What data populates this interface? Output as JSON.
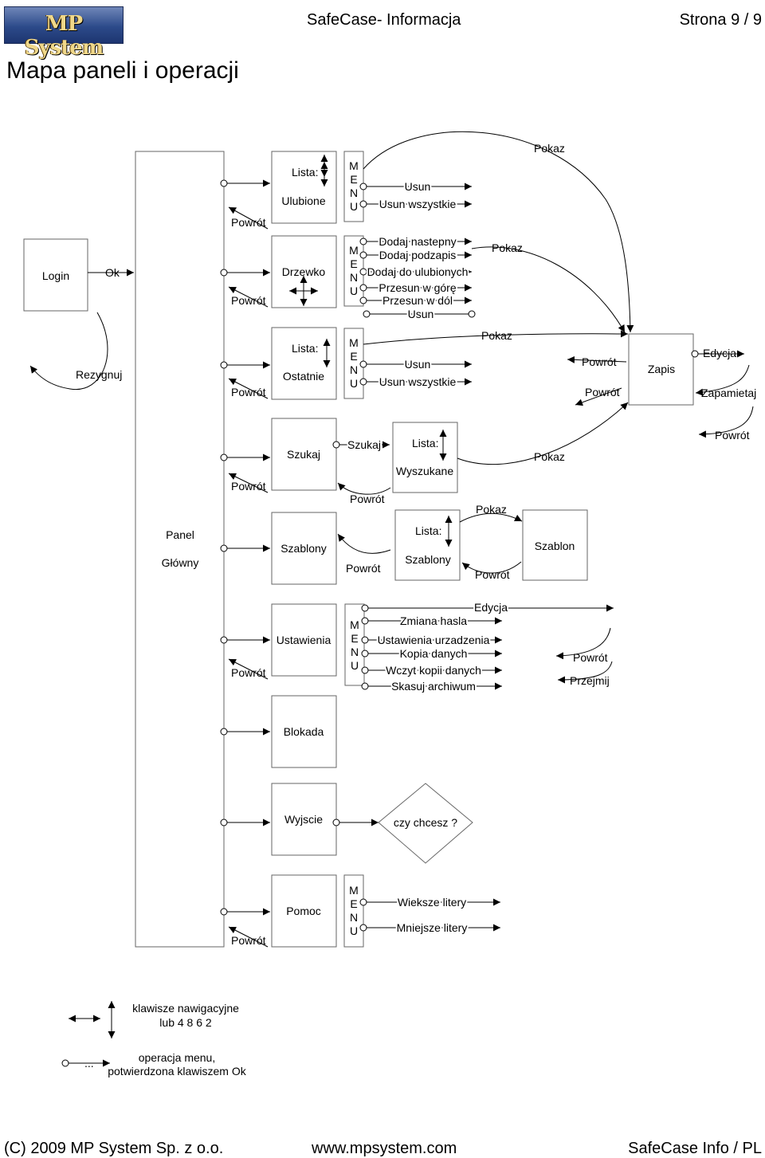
{
  "header": {
    "logo_text": "MP System",
    "title": "SafeCase- Informacja",
    "page": "Strona 9 / 9"
  },
  "page_title": "Mapa paneli i operacji",
  "diagram": {
    "login": "Login",
    "ok": "Ok",
    "rezygnuj": "Rezygnuj",
    "panel_glowny_1": "Panel",
    "panel_glowny_2": "Główny",
    "powrot": "Powrót",
    "pokaz": "Pokaz",
    "lista": "Lista:",
    "menu_letters": [
      "M",
      "E",
      "N",
      "U"
    ],
    "ulubione": "Ulubione",
    "usun": "Usun",
    "usun_wszystkie": "Usun wszystkie",
    "drzewko": "Drzewko",
    "drzewko_items": [
      "Dodaj nastepny",
      "Dodaj podzapis",
      "Dodaj do ulubionych",
      "Przesun w górę",
      "Przesun w dól",
      "Usun"
    ],
    "ostatnie": "Ostatnie",
    "zapis": "Zapis",
    "edycja": "Edycja",
    "zapamietaj": "Zapamietaj",
    "szukaj": "Szukaj",
    "wyszukane": "Wyszukane",
    "szablony": "Szablony",
    "szablon": "Szablon",
    "ustawienia": "Ustawienia",
    "ustawienia_items": [
      "Zmiana hasla",
      "Ustawienia urzadzenia",
      "Kopia danych",
      "Wczyt kopii danych",
      "Skasuj archiwum"
    ],
    "przejmij": "Przejmij",
    "blokada": "Blokada",
    "wyjscie": "Wyjscie",
    "czy_chcesz": "czy chcesz ?",
    "pomoc": "Pomoc",
    "wieksze_litery": "Wieksze litery",
    "mniejsze_litery": "Mniejsze litery"
  },
  "legend": {
    "nav_line1": "klawisze nawigacyjne",
    "nav_line2": "lub 4 8 6 2",
    "dots": "...",
    "menu_line1": "operacja menu,",
    "menu_line2": "potwierdzona klawiszem Ok"
  },
  "footer": {
    "copyright": "(C) 2009 MP System Sp. z o.o.",
    "url": "www.mpsystem.com",
    "doc": "SafeCase Info / PL"
  }
}
